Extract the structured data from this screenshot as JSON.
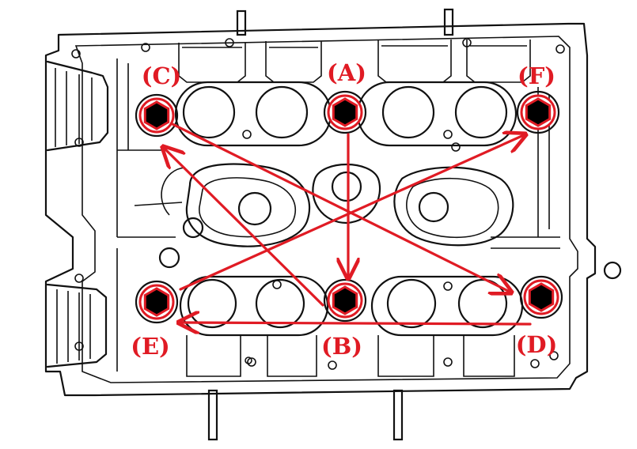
{
  "colors": {
    "accent": "#e01b24",
    "ink": "#111111",
    "paper": "#ffffff",
    "bolt_head": "#000000"
  },
  "bolts": [
    {
      "id": "A",
      "label": "(A)"
    },
    {
      "id": "B",
      "label": "(B)"
    },
    {
      "id": "C",
      "label": "(C)"
    },
    {
      "id": "D",
      "label": "(D)"
    },
    {
      "id": "E",
      "label": "(E)"
    },
    {
      "id": "F",
      "label": "(F)"
    }
  ],
  "sequence": [
    "A",
    "B",
    "C",
    "D",
    "E",
    "F"
  ]
}
